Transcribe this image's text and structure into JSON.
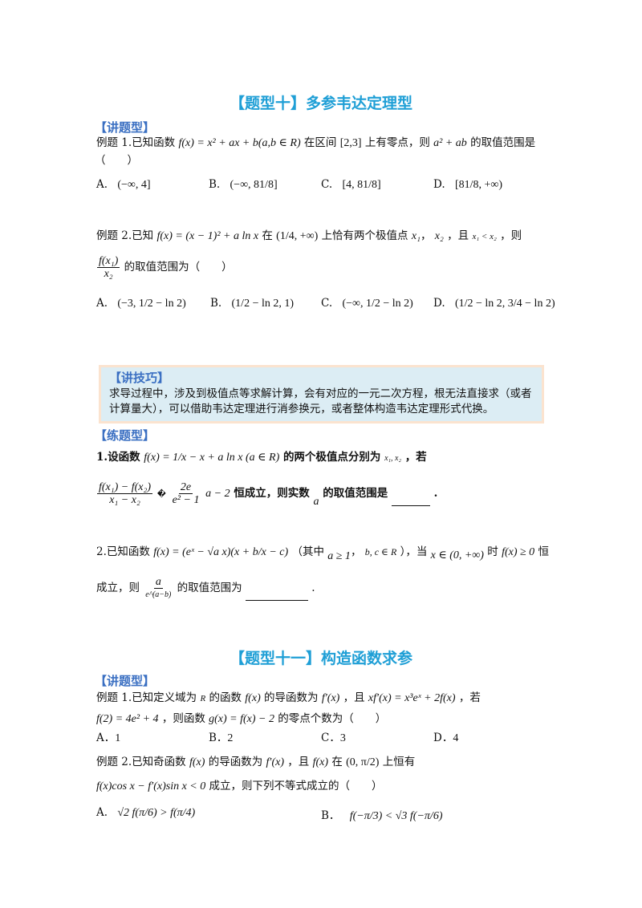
{
  "section10": {
    "title": "【题型十】多参韦达定理型",
    "lecture_heading": "【讲题型】",
    "example1": {
      "prefix": "例题 1.已知函数",
      "formula": "f(x) = x² + ax + b(a,b ∈ R)",
      "mid": "在区间",
      "interval": "[2,3]",
      "suffix": "上有零点，则",
      "expr": "a² + ab",
      "tail": "的取值范围是",
      "paren": "（　　）",
      "options": [
        {
          "label": "A.",
          "value": "(−∞, 4]"
        },
        {
          "label": "B.",
          "value": "(−∞, 81/8]"
        },
        {
          "label": "C.",
          "value": "[4, 81/8]"
        },
        {
          "label": "D.",
          "value": "[81/8, +∞)"
        }
      ]
    },
    "example2": {
      "prefix": "例题 2.已知",
      "formula": "f(x) = (x − 1)² + a ln x",
      "mid": "在",
      "interval": "(1/4, +∞)",
      "suffix": "上恰有两个极值点",
      "x1": "x₁",
      "x2": "x₂",
      "cond_prefix": "，且",
      "cond": "x₁ < x₂",
      "cond_suffix": "，则",
      "frac_num": "f(x₁)",
      "frac_den": "x₂",
      "tail": "的取值范围为（　　）",
      "options": [
        {
          "label": "A.",
          "value": "(−3, 1/2 − ln 2)"
        },
        {
          "label": "B.",
          "value": "(1/2 − ln 2, 1)"
        },
        {
          "label": "C.",
          "value": "(−∞, 1/2 − ln 2)"
        },
        {
          "label": "D.",
          "value": "(1/2 − ln 2, 3/4 − ln 2)"
        }
      ]
    },
    "tips": {
      "heading": "【讲技巧】",
      "text": "求导过程中，涉及到极值点等求解计算，会有对应的一元二次方程，根无法直接求（或者计算量大），可以借助韦达定理进行消参换元，或者整体构造韦达定理形式代换。"
    },
    "practice_heading": "【练题型】",
    "practice1": {
      "prefix": "1.设函数",
      "formula": "f(x) = 1/x − x + a ln x (a ∈ R)",
      "mid": "的两个极值点分别为",
      "points": "x₁, x₂",
      "suffix": "，若",
      "ineq_num": "f(x₁) − f(x₂)",
      "ineq_den": "x₁ − x₂",
      "ineq_sym": "�",
      "rhs_num": "2e",
      "rhs_den": "e² − 1",
      "rhs_tail": "a − 2",
      "tail1": "恒成立，则实数",
      "var": "a",
      "tail2": "的取值范围是",
      "end": "."
    },
    "practice2": {
      "prefix": "2.已知函数",
      "formula": "f(x) = (eˣ − √a x)(x + b/x − c)",
      "paren_open": "（其中",
      "cond1": "a ≥ 1",
      "sep": "，",
      "cond2": "b, c ∈ R",
      "paren_close": "），当",
      "domain": "x ∈ (0, +∞)",
      "when": "时",
      "ineq": "f(x) ≥ 0",
      "heng": "恒",
      "line2_prefix": "成立，则",
      "frac_num": "a",
      "frac_den": "e^(a−b)",
      "line2_suffix": "的取值范围为",
      "end": "."
    }
  },
  "section11": {
    "title": "【题型十一】构造函数求参",
    "lecture_heading": "【讲题型】",
    "example1": {
      "line1_prefix": "例题 1.已知定义域为",
      "R": "R",
      "line1_mid": "的函数",
      "fx": "f(x)",
      "line1_mid2": "的导函数为",
      "fpx": "f′(x)",
      "line1_mid3": "，且",
      "eq": "xf′(x) = x³eˣ + 2f(x)",
      "line1_end": "，若",
      "line2_eq": "f(2) = 4e² + 4",
      "line2_mid": "，则函数",
      "gx": "g(x) = f(x) − 2",
      "line2_end": "的零点个数为（　　）",
      "options": [
        {
          "label": "A．",
          "value": "1"
        },
        {
          "label": "B．",
          "value": "2"
        },
        {
          "label": "C．",
          "value": "3"
        },
        {
          "label": "D．",
          "value": "4"
        }
      ]
    },
    "example2": {
      "line1_prefix": "例题 2.已知奇函数",
      "fx": "f(x)",
      "line1_mid": "的导函数为",
      "fpx": "f′(x)",
      "line1_mid2": "，且",
      "fx2": "f(x)",
      "line1_mid3": "在",
      "interval": "(0, π/2)",
      "line1_end": "上恒有",
      "line2_ineq": "f(x)cos x − f′(x)sin x < 0",
      "line2_end": "成立，则下列不等式成立的（　　）",
      "options": [
        {
          "label": "A.",
          "value": "√2 f(π/6) > f(π/4)"
        },
        {
          "label": "B．",
          "value": "f(−π/3) < √3 f(−π/6)"
        }
      ]
    }
  }
}
